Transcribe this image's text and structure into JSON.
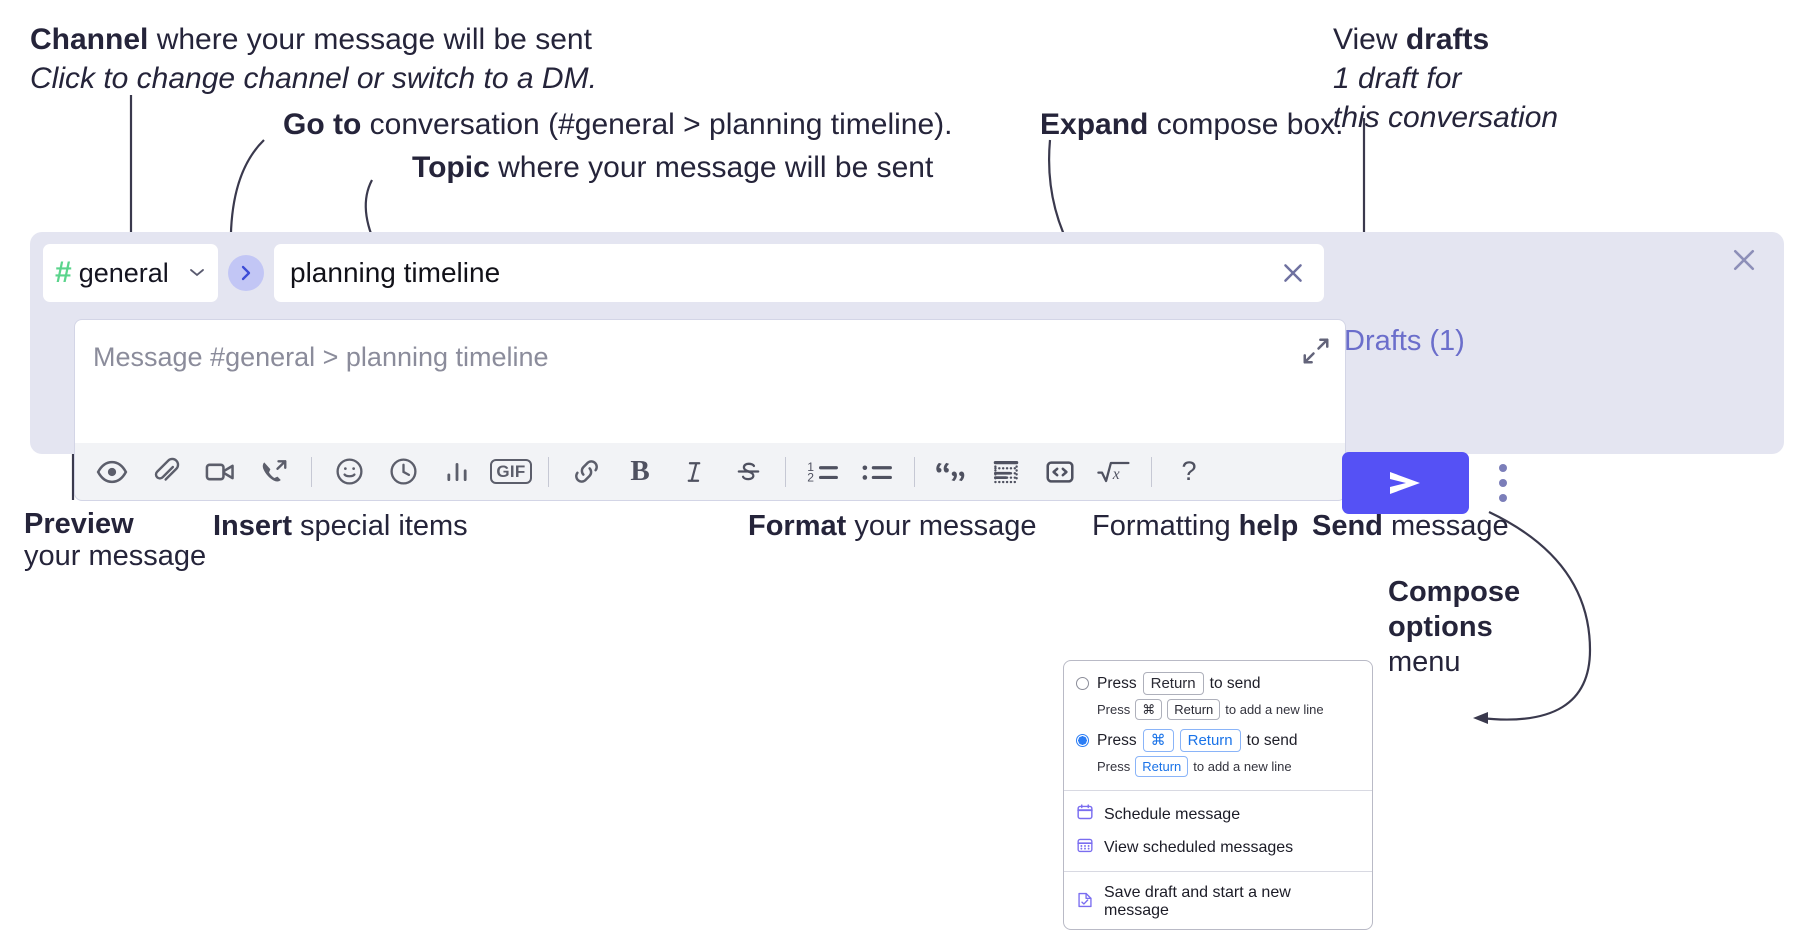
{
  "annotations": {
    "channel": {
      "bold": "Channel",
      "rest": " where your message will be sent",
      "sub": "Click to change channel or switch to a DM."
    },
    "goto": {
      "bold": "Go to",
      "rest": " conversation (#general > planning timeline)."
    },
    "topic": {
      "bold": "Topic",
      "rest": " where your message will be sent"
    },
    "expand": {
      "bold": "Expand",
      "rest": " compose box."
    },
    "drafts": {
      "bold": "drafts",
      "pre": "View ",
      "sub1": "1 draft for",
      "sub2": "this conversation"
    },
    "preview": {
      "bold": "Preview",
      "rest": "your message"
    },
    "insert": {
      "bold": "Insert",
      "rest": " special items"
    },
    "format": {
      "bold": "Format",
      "rest": " your message"
    },
    "formatting_help": {
      "pre": "Formatting ",
      "bold": "help"
    },
    "send": {
      "bold": "Send",
      "rest": " message"
    },
    "compose_options": {
      "bold1": "Compose",
      "bold2": "options",
      "rest": "menu"
    }
  },
  "compose": {
    "channel_button": {
      "hash": "#",
      "name": "general",
      "chevron": "⌄"
    },
    "goto_button_glyph": "›",
    "topic_value": "planning timeline",
    "message_placeholder": "Message #general > planning timeline",
    "drafts_label": "Drafts (1)",
    "toolbar": {
      "insert_group": [
        "preview-icon",
        "attachment-icon",
        "video-icon",
        "huddle-icon"
      ],
      "insert_group2": [
        "emoji-icon",
        "clock-icon",
        "poll-icon",
        "gif-icon"
      ],
      "format_group": [
        "link-icon",
        "bold-icon",
        "italic-icon",
        "strikethrough-icon"
      ],
      "list_group": [
        "ordered-list-icon",
        "bulleted-list-icon"
      ],
      "block_group": [
        "blockquote-icon",
        "code-block-icon",
        "code-icon",
        "equation-icon"
      ],
      "help_glyph": "?",
      "gif_label": "GIF",
      "bold_label": "B",
      "italic_label": "I"
    },
    "colors": {
      "panel_bg": "#e4e5f1",
      "send_button": "#5551f5",
      "hash_green": "#5bd48c",
      "goto_blue": "#3d4cd6",
      "drafts_text": "#6b6ecb"
    }
  },
  "options_menu": {
    "radio_options": [
      {
        "selected": false,
        "main": [
          "Press",
          "Return",
          "to send"
        ],
        "sub": [
          "Press",
          "⌘",
          "Return",
          "to add a new line"
        ]
      },
      {
        "selected": true,
        "main": [
          "Press",
          "⌘",
          "Return",
          "to send"
        ],
        "sub": [
          "Press",
          "Return",
          "to add a new line"
        ]
      }
    ],
    "items": [
      {
        "icon": "calendar-schedule-icon",
        "label": "Schedule message"
      },
      {
        "icon": "calendar-view-icon",
        "label": "View scheduled messages"
      },
      {
        "icon": "save-draft-icon",
        "label": "Save draft and start a new message"
      }
    ]
  }
}
